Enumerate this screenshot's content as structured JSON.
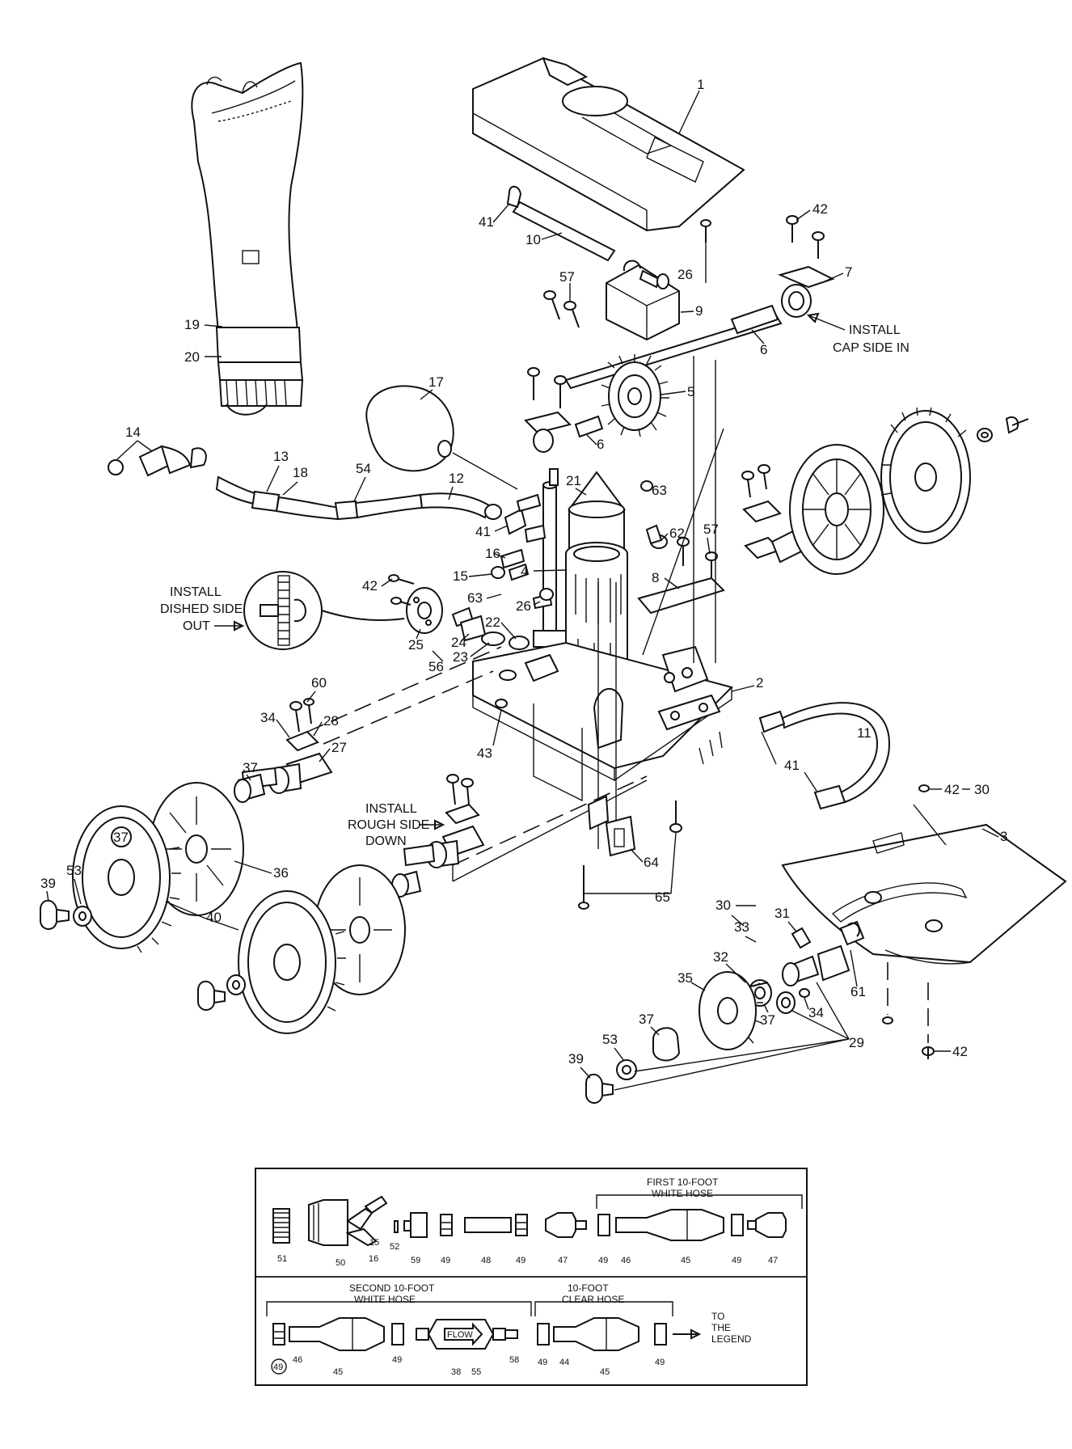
{
  "callouts": {
    "c1": "1",
    "c2": "2",
    "c3": "3",
    "c4": "4",
    "c5": "5",
    "c6a": "6",
    "c6b": "6",
    "c7": "7",
    "c8": "8",
    "c9": "9",
    "c10": "10",
    "c11": "11",
    "c12": "12",
    "c13": "13",
    "c14": "14",
    "c15": "15",
    "c16": "16",
    "c17": "17",
    "c18": "18",
    "c19": "19",
    "c20": "20",
    "c21": "21",
    "c22": "22",
    "c23": "23",
    "c24": "24",
    "c25": "25",
    "c26a": "26",
    "c26b": "26",
    "c27": "27",
    "c28": "28",
    "c29": "29",
    "c30a": "30",
    "c30b": "30",
    "c31": "31",
    "c32": "32",
    "c33": "33",
    "c34a": "34",
    "c34b": "34",
    "c35": "35",
    "c36": "36",
    "c37a": "37",
    "c37b": "37",
    "c37c": "37",
    "c37d": "37",
    "c39a": "39",
    "c39b": "39",
    "c40": "40",
    "c41a": "41",
    "c41b": "41",
    "c41c": "41",
    "c42a": "42",
    "c42b": "42",
    "c42c": "42",
    "c42d": "42",
    "c43": "43",
    "c53a": "53",
    "c53b": "53",
    "c54": "54",
    "c56": "56",
    "c57a": "57",
    "c57b": "57",
    "c60": "60",
    "c61": "61",
    "c62": "62",
    "c63a": "63",
    "c63b": "63",
    "c64": "64",
    "c65": "65"
  },
  "notes": {
    "cap_side_in": [
      "INSTALL",
      "CAP SIDE IN"
    ],
    "dished_side_out": [
      "INSTALL",
      "DISHED SIDE",
      "OUT"
    ],
    "rough_side_down": [
      "INSTALL",
      "ROUGH SIDE",
      "DOWN"
    ]
  },
  "hose_legend": {
    "row1": {
      "bracket": [
        "FIRST 10-FOOT",
        "WHITE HOSE"
      ],
      "labels": [
        "51",
        "50",
        "15",
        "16",
        "52",
        "59",
        "49",
        "48",
        "49",
        "47",
        "49",
        "46",
        "45",
        "49",
        "47"
      ]
    },
    "row2": {
      "bracket_a": [
        "SECOND 10-FOOT",
        "WHITE HOSE"
      ],
      "bracket_b": [
        "10-FOOT",
        "CLEAR HOSE"
      ],
      "labels": [
        "49",
        "46",
        "45",
        "49",
        "38",
        "55",
        "58",
        "49",
        "44",
        "45",
        "49"
      ],
      "flow": "FLOW",
      "to_legend": [
        "TO",
        "THE",
        "LEGEND"
      ]
    }
  }
}
